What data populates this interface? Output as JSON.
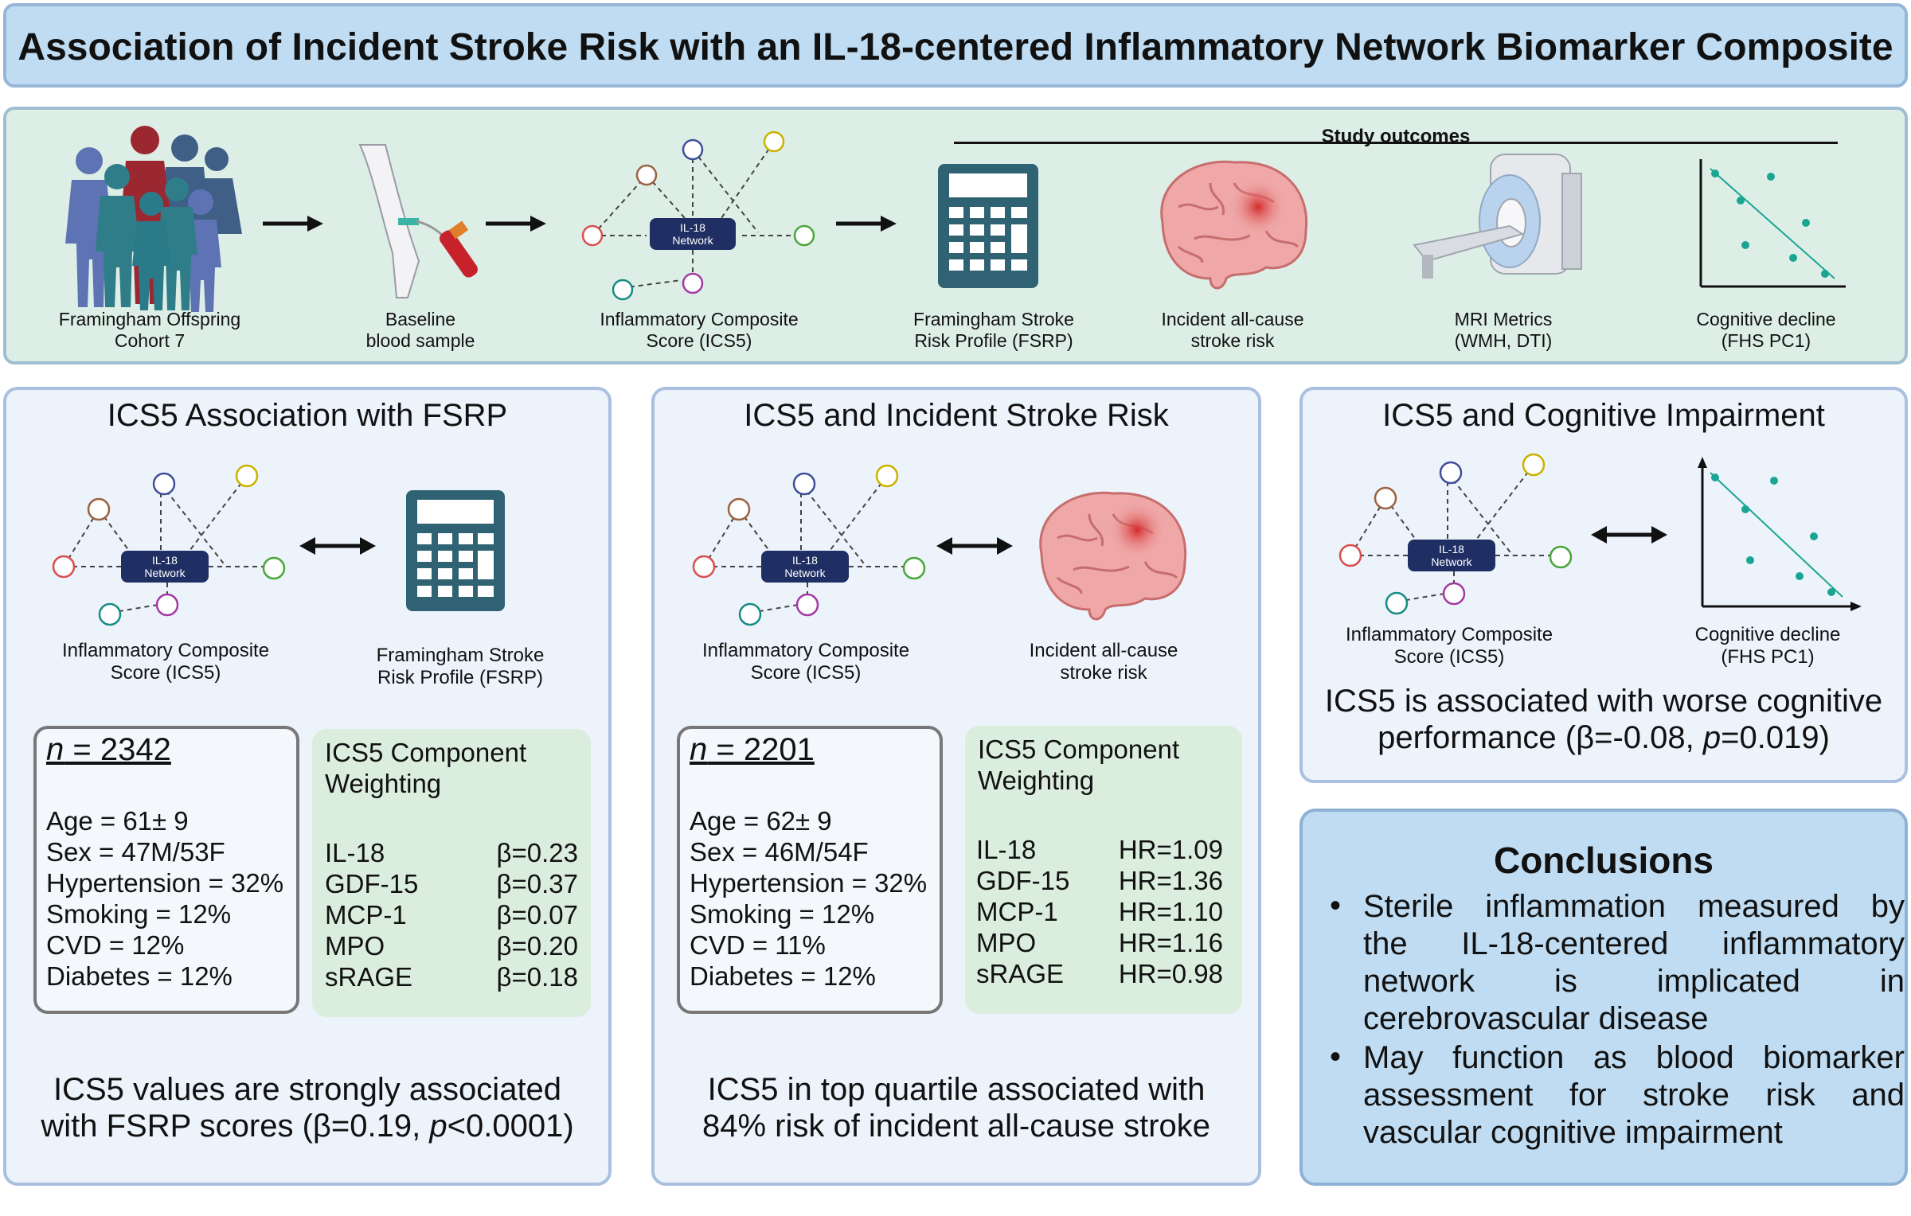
{
  "title": "Association of Incident Stroke Risk with an IL-18-centered Inflammatory Network Biomarker Composite",
  "overview": {
    "cohort_label": [
      "Framingham Offspring",
      "Cohort 7"
    ],
    "blood_label": [
      "Baseline",
      "blood sample"
    ],
    "network_node_label": [
      "IL-18",
      "Network"
    ],
    "ics5_label": [
      "Inflammatory Composite",
      "Score (ICS5)"
    ],
    "study_outcomes_title": "Study outcomes",
    "fsrp_label": [
      "Framingham Stroke",
      "Risk Profile (FSRP)"
    ],
    "stroke_label": [
      "Incident all-cause",
      "stroke risk"
    ],
    "mri_label": [
      "MRI Metrics",
      "(WMH, DTI)"
    ],
    "cognitive_label": [
      "Cognitive decline",
      "(FHS PC1)"
    ]
  },
  "panel_fsrp": {
    "title": "ICS5 Association with FSRP",
    "network_node_label": [
      "IL-18",
      "Network"
    ],
    "left_label": [
      "Inflammatory Composite",
      "Score (ICS5)"
    ],
    "right_label": [
      "Framingham Stroke",
      "Risk Profile (FSRP)"
    ],
    "n_italic": "n",
    "n_value": " = 2342",
    "stats": [
      "Age = 61± 9",
      "Sex = 47M/53F",
      "Hypertension = 32%",
      "Smoking = 12%",
      "CVD = 12%",
      "Diabetes = 12%"
    ],
    "weighting_title": "ICS5 Component Weighting",
    "weights": [
      {
        "name": "IL-18",
        "value": "β=0.23"
      },
      {
        "name": "GDF-15",
        "value": "β=0.37"
      },
      {
        "name": "MCP-1",
        "value": "β=0.07"
      },
      {
        "name": "MPO",
        "value": "β=0.20"
      },
      {
        "name": "sRAGE",
        "value": "β=0.18"
      }
    ],
    "result_line1": "ICS5 values are strongly associated",
    "result_line2_pre": "with FSRP scores (β=0.19, ",
    "result_line2_p": "p",
    "result_line2_post": "<0.0001)"
  },
  "panel_stroke": {
    "title": "ICS5 and Incident Stroke Risk",
    "network_node_label": [
      "IL-18",
      "Network"
    ],
    "left_label": [
      "Inflammatory Composite",
      "Score (ICS5)"
    ],
    "right_label": [
      "Incident all-cause",
      "stroke risk"
    ],
    "n_italic": "n",
    "n_value": " = 2201",
    "stats": [
      "Age = 62± 9",
      "Sex = 46M/54F",
      "Hypertension = 32%",
      "Smoking = 12%",
      "CVD = 11%",
      "Diabetes = 12%"
    ],
    "weighting_title": "ICS5 Component Weighting",
    "weights": [
      {
        "name": "IL-18",
        "value": "HR=1.09"
      },
      {
        "name": "GDF-15",
        "value": "HR=1.36"
      },
      {
        "name": "MCP-1",
        "value": "HR=1.10"
      },
      {
        "name": "MPO",
        "value": "HR=1.16"
      },
      {
        "name": "sRAGE",
        "value": "HR=0.98"
      }
    ],
    "result_line1": "ICS5 in top quartile associated with",
    "result_line2": "84% risk of incident all-cause stroke"
  },
  "panel_cognitive": {
    "title": "ICS5 and Cognitive Impairment",
    "network_node_label": [
      "IL-18",
      "Network"
    ],
    "left_label": [
      "Inflammatory Composite",
      "Score (ICS5)"
    ],
    "right_label": [
      "Cognitive decline",
      "(FHS PC1)"
    ],
    "result_line1": "ICS5 is associated with worse cognitive",
    "result_line2_pre": "performance (β=-0.08, ",
    "result_line2_p": "p",
    "result_line2_post": "=0.019)"
  },
  "conclusions": {
    "title": "Conclusions",
    "bullets": [
      [
        "Sterile inflammation measured by",
        "the IL-18-centered inflammatory",
        "network is implicated in",
        "cerebrovascular disease"
      ],
      [
        "May function as blood biomarker",
        "assessment for stroke risk and",
        "vascular cognitive impairment"
      ]
    ]
  },
  "colors": {
    "title_bg": "#bfdcf2",
    "overview_bg": "#ddeee6",
    "panel_bg": "#edf3fb",
    "weighting_bg": "#dbeedd",
    "network_node": "#1f2f63",
    "calculator": "#2f6374",
    "scatter_points": "#1aa592",
    "brain": "#efa7a7"
  }
}
